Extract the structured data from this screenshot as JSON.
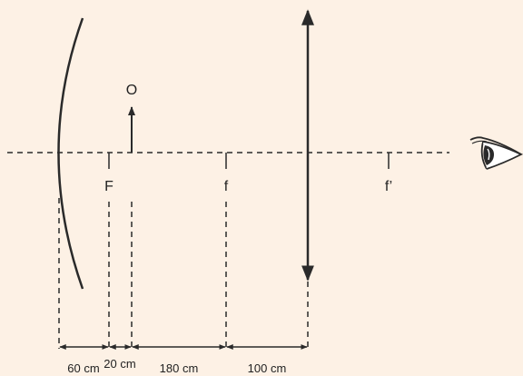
{
  "labels": {
    "object": "O",
    "mirror_focus": "F",
    "lens_focus": "f",
    "lens_focus_prime": "f’"
  },
  "distances": [
    {
      "value": 60,
      "unit": "cm",
      "label": "60 cm"
    },
    {
      "value": 20,
      "unit": "cm",
      "label": "20 cm"
    },
    {
      "value": 180,
      "unit": "cm",
      "label": "180 cm"
    },
    {
      "value": 100,
      "unit": "cm",
      "label": "100 cm"
    }
  ],
  "colors": {
    "background": "#fdf1e5",
    "ink": "#2a2a2a"
  },
  "icons": {
    "eye": "eye-icon"
  }
}
